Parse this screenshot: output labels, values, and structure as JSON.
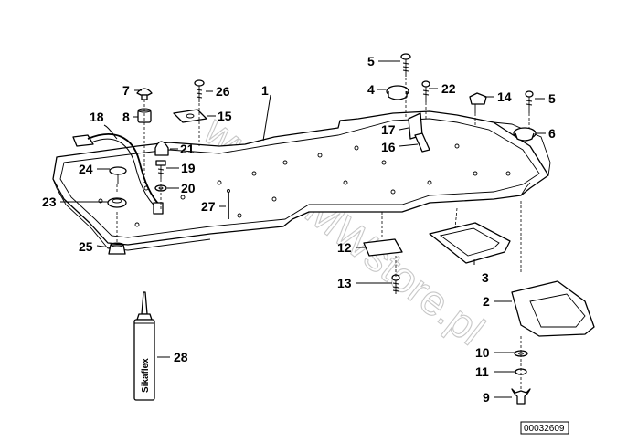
{
  "diagram": {
    "reference_number": "00032609",
    "watermark": "www.BMWstore.pl",
    "tube_label": "Sikaflex",
    "callouts": {
      "c1": "1",
      "c2": "2",
      "c3": "3",
      "c4": "4",
      "c5a": "5",
      "c5b": "5",
      "c6": "6",
      "c7": "7",
      "c8": "8",
      "c9": "9",
      "c10": "10",
      "c11": "11",
      "c12": "12",
      "c13": "13",
      "c14": "14",
      "c15": "15",
      "c16": "16",
      "c17": "17",
      "c18": "18",
      "c19": "19",
      "c20": "20",
      "c21": "21",
      "c22": "22",
      "c23": "23",
      "c24": "24",
      "c25": "25",
      "c26": "26",
      "c27": "27",
      "c28": "28"
    }
  }
}
